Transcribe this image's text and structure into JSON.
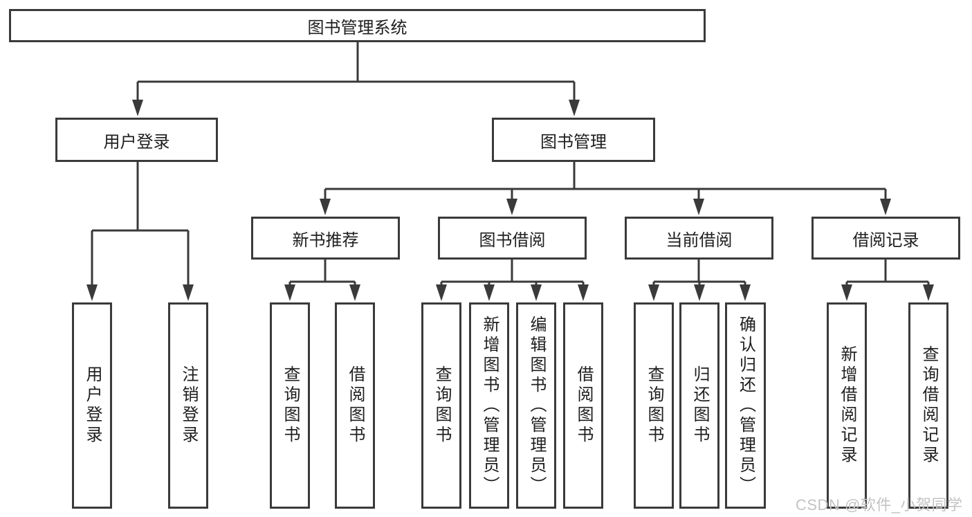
{
  "diagram": {
    "title": "图书管理系统",
    "watermark": "CSDN @软件_小贺同学",
    "colors": {
      "line": "#3a3a3a",
      "box_border": "#3a3a3a",
      "text": "#1e1e1e",
      "background": "#ffffff",
      "watermark_text": "#c3c3c3"
    },
    "tree": {
      "label": "图书管理系统",
      "children": [
        {
          "label": "用户登录",
          "children": [
            {
              "label": "用户登录"
            },
            {
              "label": "注销登录"
            }
          ]
        },
        {
          "label": "图书管理",
          "children": [
            {
              "label": "新书推荐",
              "children": [
                {
                  "label": "查询图书"
                },
                {
                  "label": "借阅图书"
                }
              ]
            },
            {
              "label": "图书借阅",
              "children": [
                {
                  "label": "查询图书"
                },
                {
                  "label": "新增图书（管理员）"
                },
                {
                  "label": "编辑图书（管理员）"
                },
                {
                  "label": "借阅图书"
                }
              ]
            },
            {
              "label": "当前借阅",
              "children": [
                {
                  "label": "查询图书"
                },
                {
                  "label": "归还图书"
                },
                {
                  "label": "确认归还（管理员）"
                }
              ]
            },
            {
              "label": "借阅记录",
              "children": [
                {
                  "label": "新增借阅记录"
                },
                {
                  "label": "查询借阅记录"
                }
              ]
            }
          ]
        }
      ]
    }
  }
}
